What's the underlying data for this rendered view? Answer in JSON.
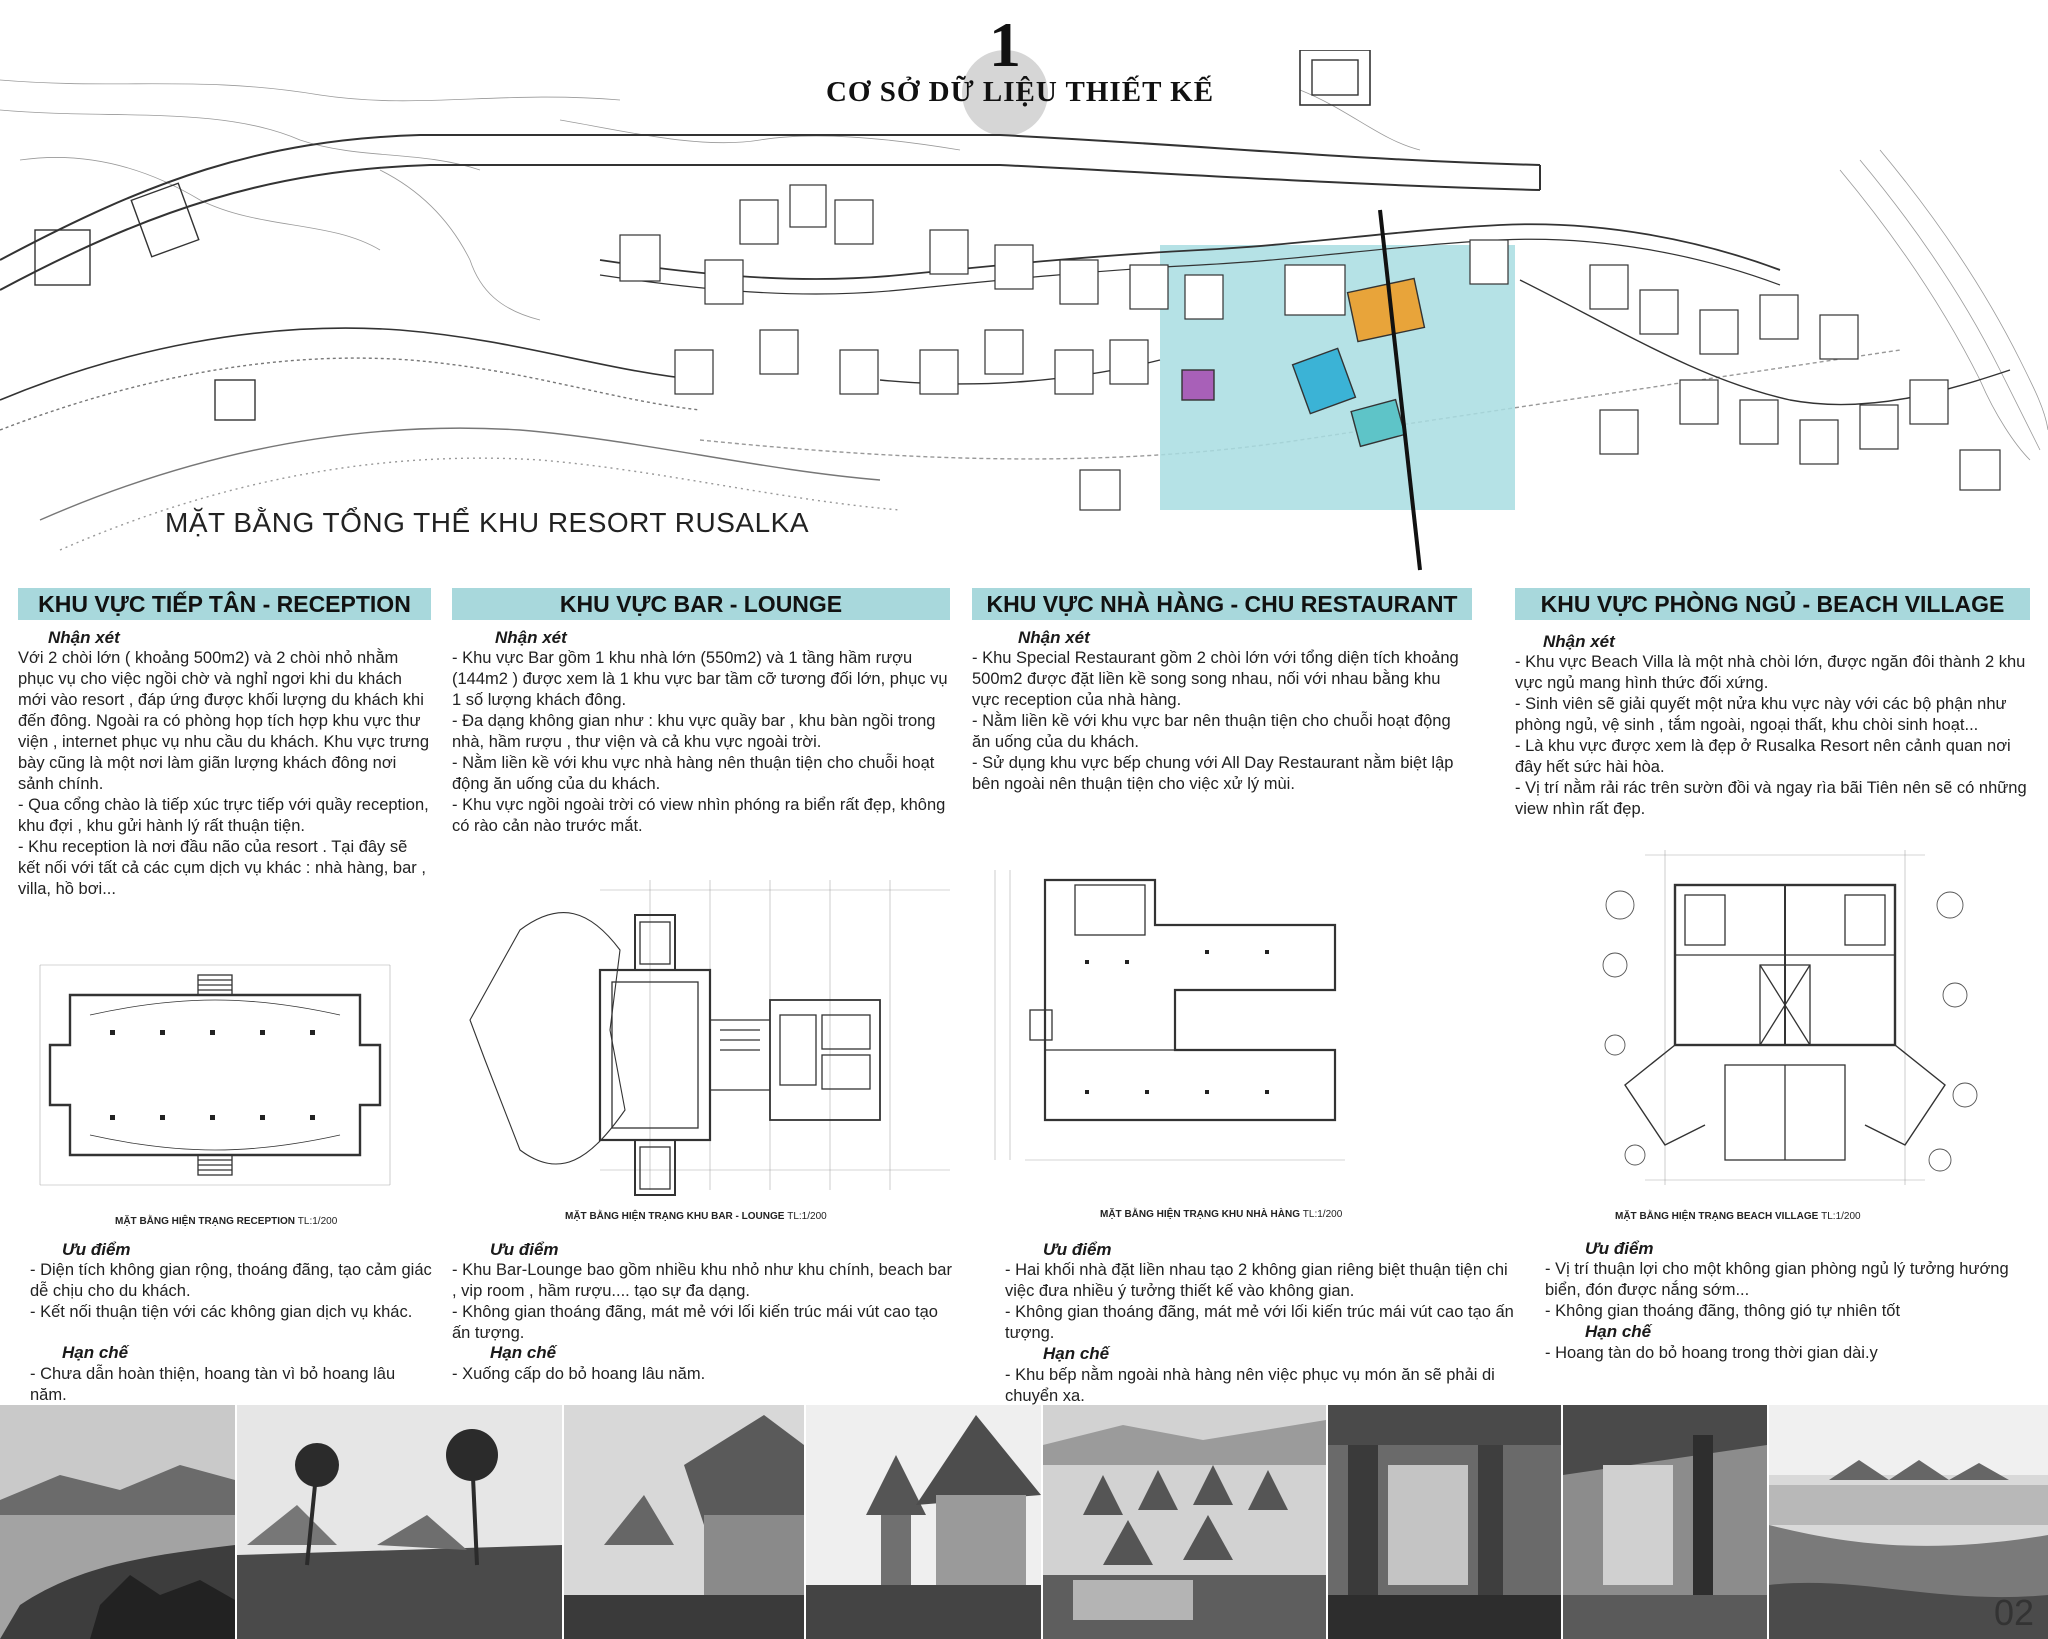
{
  "header": {
    "section_number": "1",
    "title": "CƠ SỞ DỮ LIỆU THIẾT KẾ"
  },
  "masterplan": {
    "caption": "MẶT BẰNG TỔNG THỂ KHU RESORT RUSALKA",
    "colors": {
      "zone_blue": "#a8dde2",
      "zone_orange": "#e8a43a",
      "zone_purple": "#a860b8",
      "zone_cyan": "#3bb3d6"
    }
  },
  "colors": {
    "section_header_bg": "#a8d8dc"
  },
  "sections": [
    {
      "title": "KHU VỰC TIẾP TÂN - RECEPTION",
      "remarks_label": "Nhận xét",
      "remarks": [
        "Với 2 chòi lớn ( khoảng 500m2) và 2 chòi nhỏ nhằm phục vụ cho việc ngồi chờ và nghỉ ngơi khi du khách mới vào resort , đáp ứng được khối lượng du khách khi đến đông. Ngoài ra có phòng họp tích hợp khu vực thư viện , internet phục vụ nhu cầu du khách. Khu vực trưng bày cũng là một nơi làm giãn lượng khách đông nơi sảnh chính.",
        "- Qua cổng chào là tiếp xúc trực tiếp với quầy reception, khu đợi , khu gửi hành lý rất thuận tiện.",
        "- Khu reception là nơi đầu não của resort . Tại đây sẽ kết nối với tất cả các cụm dịch vụ khác : nhà hàng, bar , villa, hồ bơi..."
      ],
      "drawing_caption": "MẶT BẰNG HIỆN TRẠNG RECEPTION",
      "scale": "TL:1/200",
      "pros_label": "Ưu điểm",
      "pros": [
        "- Diện tích không gian rộng, thoáng đãng, tạo cảm giác dễ chịu cho du khách.",
        "- Kết nối thuận tiện với các không gian dịch vụ khác."
      ],
      "cons_label": "Hạn chế",
      "cons": [
        "- Chưa dẫn hoàn thiện, hoang tàn vì bỏ hoang lâu năm."
      ]
    },
    {
      "title": "KHU VỰC BAR - LOUNGE",
      "remarks_label": "Nhận xét",
      "remarks": [
        "- Khu vực Bar gồm 1 khu nhà lớn (550m2) và 1 tầng hầm rượu (144m2 ) được xem là 1 khu vực bar tầm cỡ tương đối lớn, phục vụ 1 số lượng khách đông.",
        "- Đa dạng không gian như : khu vực quầy bar , khu bàn ngồi trong nhà, hầm rượu , thư viện và cả khu vực ngoài trời.",
        "- Nằm liền kề với khu vực nhà hàng nên thuận tiện cho chuỗi hoạt động ăn uống của du khách.",
        "- Khu vực ngồi ngoài trời có view nhìn phóng ra biển rất đẹp, không có rào cản nào trước mắt."
      ],
      "drawing_caption": "MẶT BẰNG HIỆN TRẠNG KHU BAR - LOUNGE",
      "scale": "TL:1/200",
      "pros_label": "Ưu điểm",
      "pros": [
        "- Khu Bar-Lounge bao gồm nhiều khu nhỏ như khu chính, beach bar , vip room , hầm rượu.... tạo sự đa dạng.",
        "- Không gian thoáng đãng, mát mẻ với lối kiến trúc mái vút cao tạo ấn tượng."
      ],
      "cons_label": "Hạn chế",
      "cons": [
        "- Xuống cấp do bỏ hoang lâu năm."
      ]
    },
    {
      "title": "KHU VỰC NHÀ HÀNG - CHU RESTAURANT",
      "remarks_label": "Nhận xét",
      "remarks": [
        "- Khu Special Restaurant gồm 2 chòi lớn với tổng diện tích khoảng 500m2 được đặt liền kề song song nhau, nối với nhau bằng khu vực reception của nhà hàng.",
        "- Nằm liền kề với khu vực bar nên thuận tiện cho chuỗi hoạt động ăn uống của du khách.",
        "- Sử dụng khu vực bếp chung với All Day Restaurant nằm biệt lập bên ngoài nên thuận tiện cho việc xử lý mùi."
      ],
      "drawing_caption": "MẶT BẰNG HIỆN TRẠNG KHU NHÀ HÀNG",
      "scale": "TL:1/200",
      "pros_label": "Ưu điểm",
      "pros": [
        "- Hai khối nhà đặt liền nhau tạo 2 không gian riêng biệt thuận tiện chi việc đưa nhiều ý tưởng thiết kế vào không gian.",
        "- Không gian thoáng đãng, mát mẻ với lối kiến trúc mái vút cao tạo ấn tượng."
      ],
      "cons_label": "Hạn chế",
      "cons": [
        "- Khu bếp nằm ngoài nhà hàng nên việc phục vụ món ăn sẽ phải di chuyển xa."
      ]
    },
    {
      "title": "KHU VỰC PHÒNG NGỦ - BEACH VILLAGE",
      "remarks_label": "Nhận xét",
      "remarks": [
        "- Khu vực Beach Villa là một nhà chòi lớn, được ngăn đôi thành 2 khu vực ngủ mang hình thức đối xứng.",
        "- Sinh viên sẽ giải quyết một nửa khu vực này với các bộ phận như phòng ngủ, vệ sinh , tắm ngoài, ngoại thất, khu chòi sinh hoạt...",
        "- Là khu vực được xem là đẹp ở Rusalka Resort nên cảnh quan nơi đây hết sức hài hòa.",
        "- Vị trí nằm rải rác trên sườn đồi và ngay rìa bãi Tiên nên sẽ có những view nhìn rất đẹp."
      ],
      "drawing_caption": "MẶT BẰNG HIỆN TRẠNG BEACH VILLAGE",
      "scale": "TL:1/200",
      "pros_label": "Ưu điểm",
      "pros": [
        "- Vị trí thuận lợi cho một không gian phòng ngủ lý tưởng hướng biển, đón được nắng sớm...",
        "- Không gian thoáng đãng, thông gió tự nhiên tốt"
      ],
      "cons_label": "Hạn chế",
      "cons": [
        "- Hoang tàn do bỏ hoang trong thời gian dài.y"
      ]
    }
  ],
  "photos": [
    "coastline",
    "palm-trees",
    "thatched-roofs",
    "thatched-tower",
    "village-aerial",
    "concrete-interior",
    "thatched-corridor",
    "rocky-beach"
  ],
  "page_number": "02"
}
